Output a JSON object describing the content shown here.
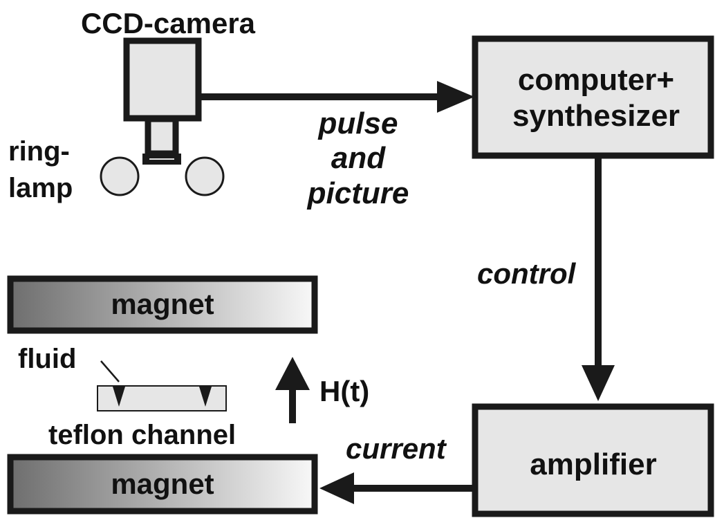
{
  "labels": {
    "camera": "CCD-camera",
    "ring_lamp_line1": "ring-",
    "ring_lamp_line2": "lamp",
    "computer_line1": "computer+",
    "computer_line2": "synthesizer",
    "pulse_line1": "pulse",
    "pulse_line2": "and",
    "pulse_line3": "picture",
    "control": "control",
    "amplifier": "amplifier",
    "current": "current",
    "magnet_top": "magnet",
    "magnet_bottom": "magnet",
    "fluid": "fluid",
    "teflon_channel": "teflon channel",
    "field": "H(t)"
  },
  "colors": {
    "stroke": "#1a1a1a",
    "box_fill": "#e6e6e6",
    "magnet_dark": "#6e6e6e",
    "magnet_light": "#f8f8f8"
  }
}
